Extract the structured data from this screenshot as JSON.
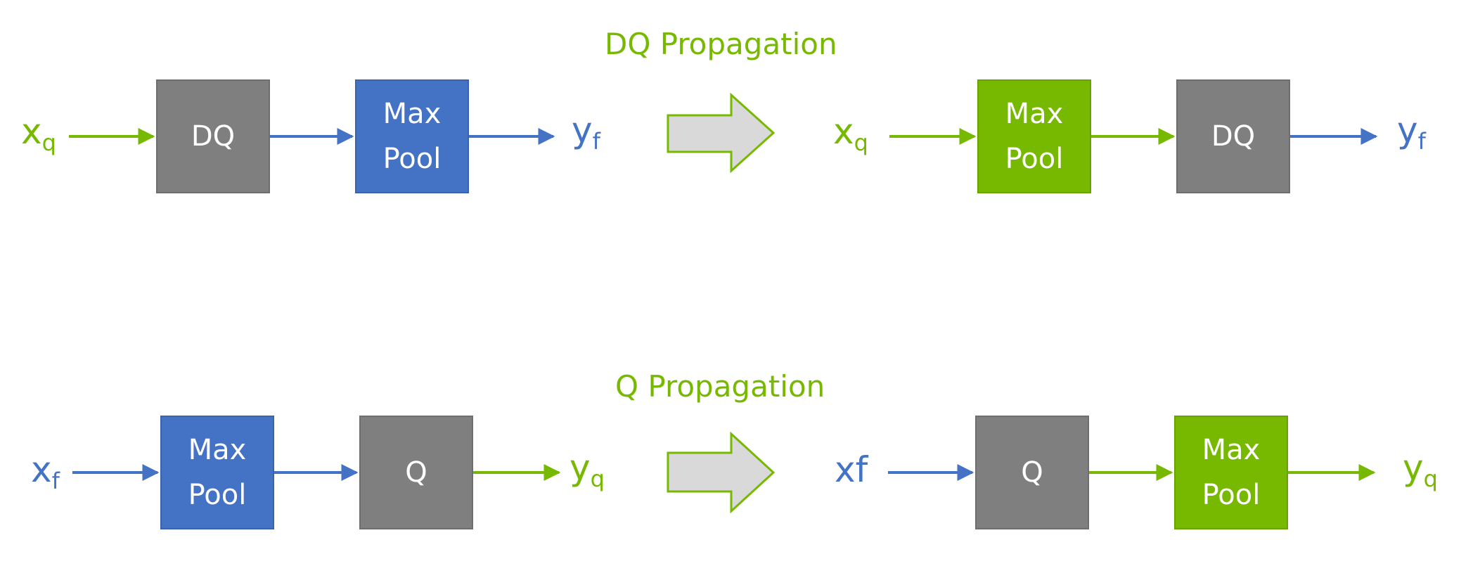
{
  "colors": {
    "quant": "#76b900",
    "float": "#4472c4",
    "op_gray": "#7f7f7f",
    "transform_arrow": "#d9d9d9"
  },
  "sections": [
    {
      "title": "DQ Propagation",
      "before": {
        "input": {
          "base": "x",
          "sub": "q"
        },
        "blocks": [
          {
            "lines": [
              "DQ"
            ]
          },
          {
            "lines": [
              "Max",
              "Pool"
            ]
          }
        ],
        "output": {
          "base": "y",
          "sub": "f"
        }
      },
      "after": {
        "input": {
          "base": "x",
          "sub": "q"
        },
        "blocks": [
          {
            "lines": [
              "Max",
              "Pool"
            ]
          },
          {
            "lines": [
              "DQ"
            ]
          }
        ],
        "output": {
          "base": "y",
          "sub": "f"
        }
      }
    },
    {
      "title": "Q Propagation",
      "before": {
        "input": {
          "base": "x",
          "sub": "f"
        },
        "blocks": [
          {
            "lines": [
              "Max",
              "Pool"
            ]
          },
          {
            "lines": [
              "Q"
            ]
          }
        ],
        "output": {
          "base": "y",
          "sub": "q"
        }
      },
      "after": {
        "input": {
          "base": "xf",
          "sub": ""
        },
        "blocks": [
          {
            "lines": [
              "Q"
            ]
          },
          {
            "lines": [
              "Max",
              "Pool"
            ]
          }
        ],
        "output": {
          "base": "y",
          "sub": "q"
        }
      }
    }
  ]
}
